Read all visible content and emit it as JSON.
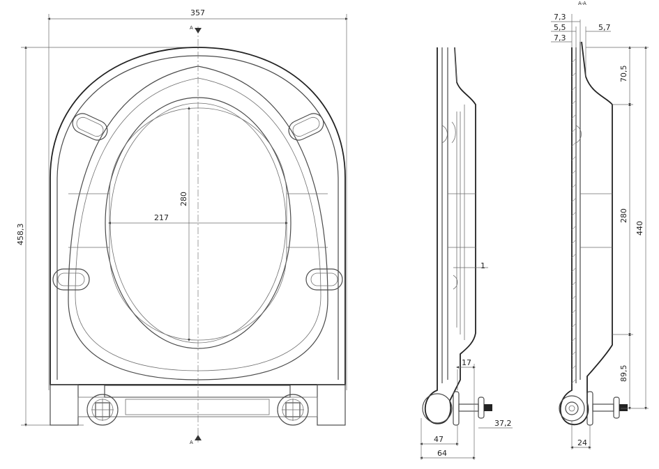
{
  "front_view": {
    "width": "357",
    "height": "458,3",
    "opening_width": "217",
    "opening_height": "280",
    "section_mark_top": "A",
    "section_mark_bottom": "A"
  },
  "side_view": {
    "gap": "1",
    "dim_17": "17",
    "dim_37_2": "37,2",
    "dim_47": "47",
    "dim_64": "64"
  },
  "section_view": {
    "title": "A-A",
    "dim_7_3_top": "7,3",
    "dim_5_5": "5,5",
    "dim_5_7": "5,7",
    "dim_7_3_low": "7,3",
    "dim_70_5": "70,5",
    "dim_280": "280",
    "dim_440": "440",
    "dim_89_5": "89,5",
    "dim_24": "24"
  }
}
